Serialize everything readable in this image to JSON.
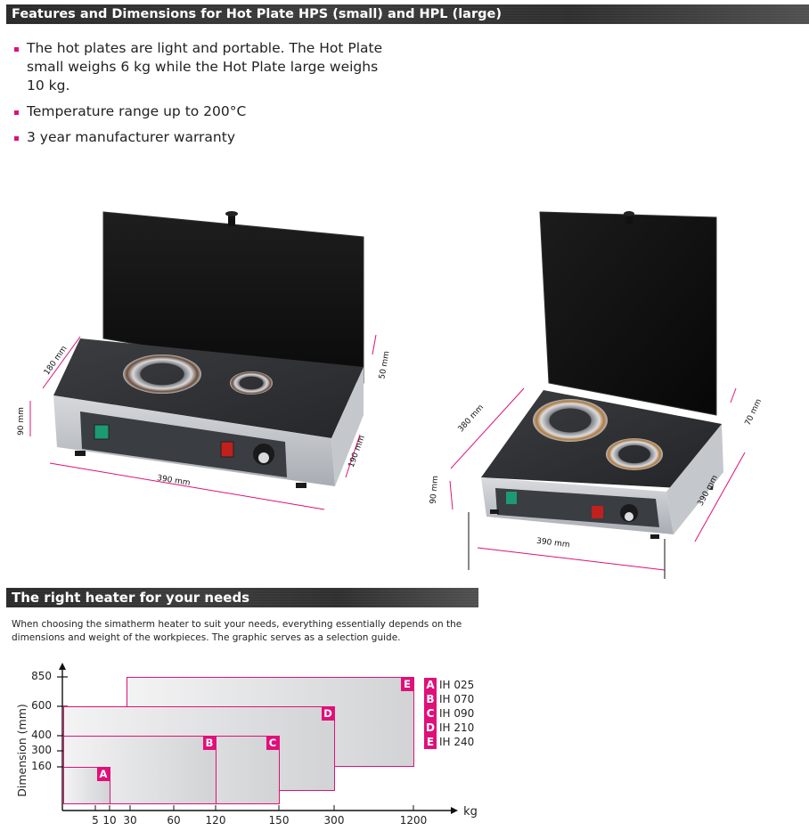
{
  "section1": {
    "title": "Features and Dimensions for Hot Plate HPS (small) and HPL (large)",
    "bullets": [
      "The hot plates are light and portable. The Hot Plate small weighs 6 kg while the Hot Plate large weighs 10 kg.",
      "Temperature range up to 200°C",
      "3 year manufacturer warranty"
    ]
  },
  "hps_small": {
    "name": "Hot Plate HPS (small)",
    "dimensions": {
      "depth": "180 mm",
      "lid_gap": "50 mm",
      "height": "90 mm",
      "side": "190 mm",
      "width": "390 mm"
    }
  },
  "hpl_large": {
    "name": "Hot Plate HPL (large)",
    "dimensions": {
      "depth": "380 mm",
      "lid_gap": "70 mm",
      "height": "90 mm",
      "side": "390 mm",
      "width": "390 mm"
    }
  },
  "section2": {
    "title": "The right heater for your needs",
    "intro_line1": "When choosing the simatherm heater to suit your needs, everything essentially depends on the",
    "intro_line2": "dimensions and weight of the workpieces. The graphic serves as a selection guide."
  },
  "colors": {
    "accent": "#e0107a",
    "header_bg": "#333333",
    "box_fill": "#dcdddf"
  },
  "chart_data": {
    "type": "bar",
    "title": "Heater selection guide",
    "xlabel": "kg",
    "ylabel": "Dimension (mm)",
    "x_ticks": [
      "5",
      "10",
      "30",
      "60",
      "120",
      "150",
      "300",
      "1200"
    ],
    "y_ticks": [
      "160",
      "300",
      "400",
      "600",
      "850"
    ],
    "series": [
      {
        "key": "A",
        "name": "IH 025",
        "max_weight_kg": 10,
        "max_dimension_mm": 160
      },
      {
        "key": "B",
        "name": "IH 070",
        "max_weight_kg": 120,
        "max_dimension_mm": 400
      },
      {
        "key": "C",
        "name": "IH 090",
        "max_weight_kg": 150,
        "max_dimension_mm": 400
      },
      {
        "key": "D",
        "name": "IH 210",
        "max_weight_kg": 300,
        "max_dimension_mm": 600
      },
      {
        "key": "E",
        "name": "IH 240",
        "min_weight_kg": 30,
        "max_weight_kg": 1200,
        "max_dimension_mm": 850
      }
    ],
    "legend": [
      {
        "key": "A",
        "label": "IH 025"
      },
      {
        "key": "B",
        "label": "IH 070"
      },
      {
        "key": "C",
        "label": "IH 090"
      },
      {
        "key": "D",
        "label": "IH 210"
      },
      {
        "key": "E",
        "label": "IH 240"
      }
    ],
    "legend_position": "right",
    "grid": false
  }
}
